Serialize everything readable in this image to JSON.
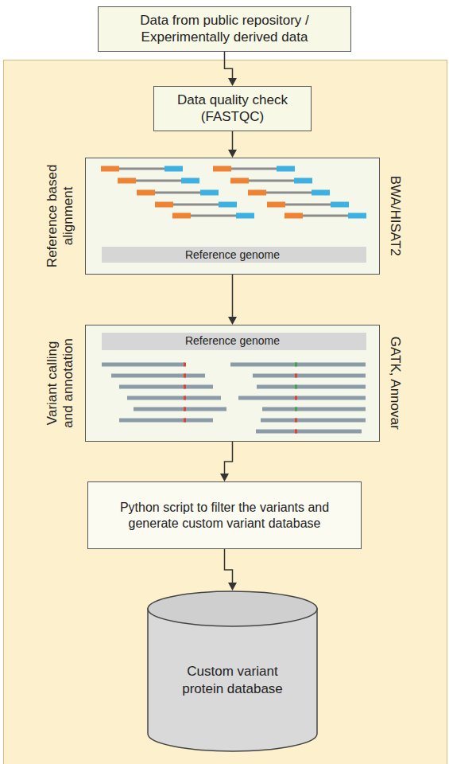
{
  "diagram": {
    "nodes": [
      {
        "text": [
          "Data from public repository / Experimentally derived data"
        ]
      },
      {
        "text": [
          "Data quality check (FASTQC)"
        ]
      },
      {
        "text": [
          "Reference based alignment",
          "Reference genome",
          "BWA/HISAT2"
        ]
      },
      {
        "text": [
          "Variant calling and annotation",
          "Reference genome",
          "GATK, Annovar"
        ]
      },
      {
        "text": [
          "Python script to filter the variants and generate custom variant database"
        ]
      },
      {
        "text": [
          "Custom variant protein database"
        ]
      }
    ],
    "edges": [
      {
        "from": 0,
        "to": 1,
        "arrow": "to"
      },
      {
        "from": 1,
        "to": 2,
        "arrow": "to"
      },
      {
        "from": 2,
        "to": 3,
        "arrow": "to"
      },
      {
        "from": 3,
        "to": 4,
        "arrow": "to"
      },
      {
        "from": 4,
        "to": 5,
        "arrow": "to"
      }
    ]
  }
}
